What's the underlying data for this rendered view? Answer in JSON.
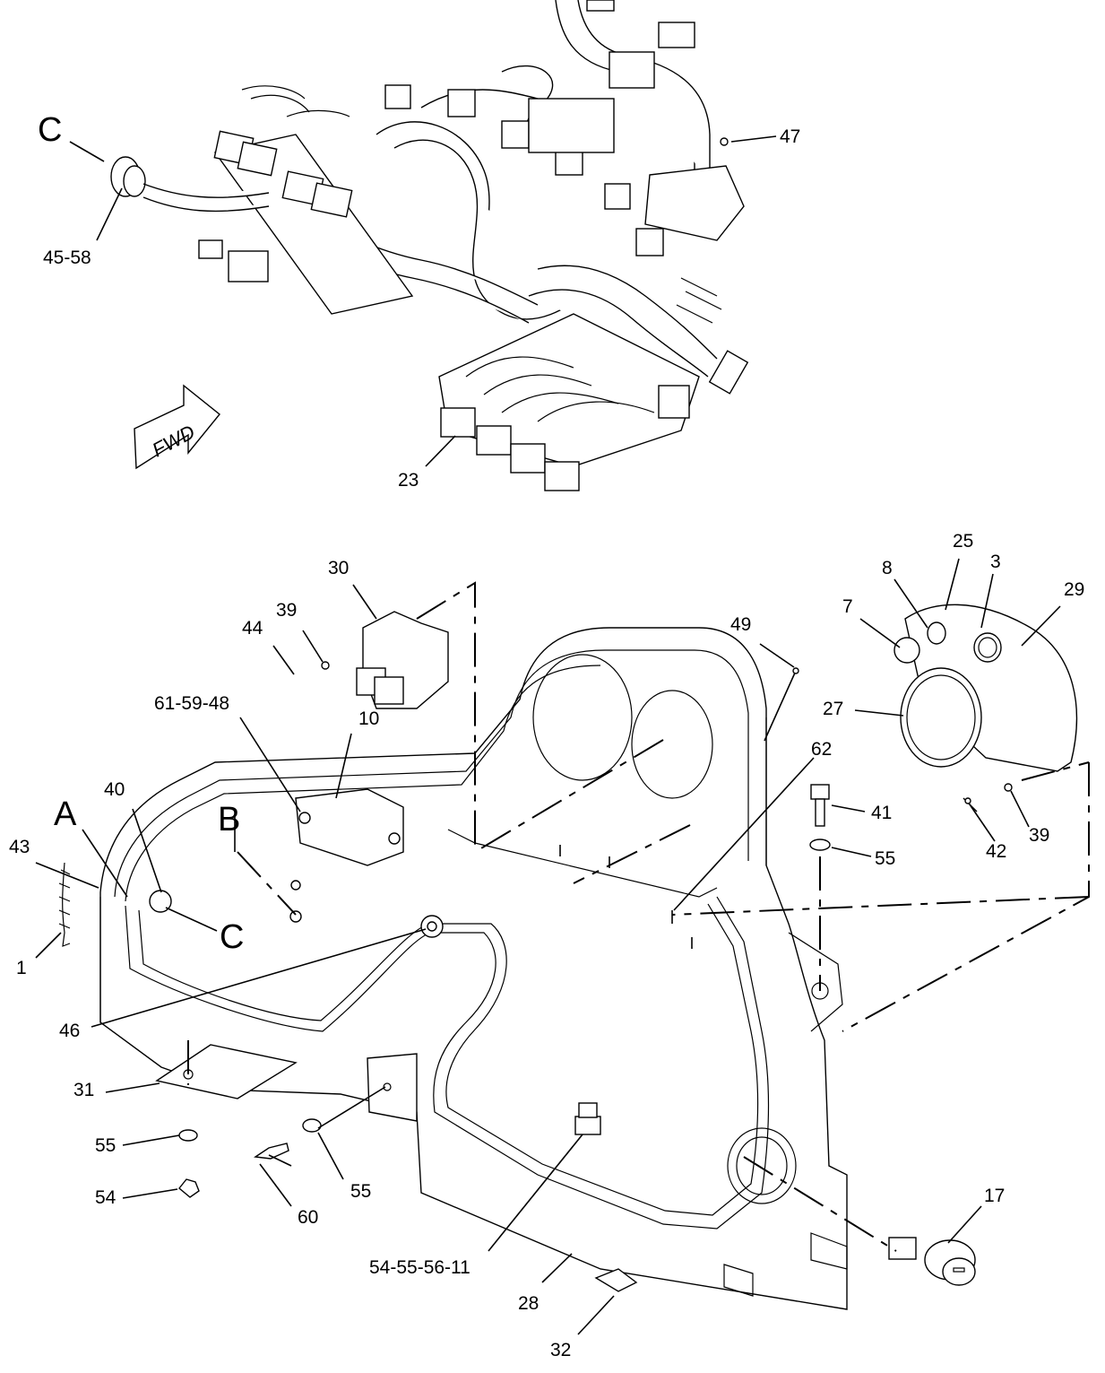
{
  "diagram": {
    "fwd_arrow_label": "FWD",
    "callouts": [
      {
        "id": "c-C-top",
        "text": "C",
        "size": "big"
      },
      {
        "id": "c-45-58",
        "text": "45-58"
      },
      {
        "id": "c-47",
        "text": "47"
      },
      {
        "id": "c-23",
        "text": "23"
      },
      {
        "id": "c-30",
        "text": "30"
      },
      {
        "id": "c-39a",
        "text": "39"
      },
      {
        "id": "c-44",
        "text": "44"
      },
      {
        "id": "c-61-59-48",
        "text": "61-59-48"
      },
      {
        "id": "c-10",
        "text": "10"
      },
      {
        "id": "c-49",
        "text": "49"
      },
      {
        "id": "c-25",
        "text": "25"
      },
      {
        "id": "c-8",
        "text": "8"
      },
      {
        "id": "c-3",
        "text": "3"
      },
      {
        "id": "c-29",
        "text": "29"
      },
      {
        "id": "c-7",
        "text": "7"
      },
      {
        "id": "c-27",
        "text": "27"
      },
      {
        "id": "c-62",
        "text": "62"
      },
      {
        "id": "c-41",
        "text": "41"
      },
      {
        "id": "c-55a",
        "text": "55"
      },
      {
        "id": "c-42",
        "text": "42"
      },
      {
        "id": "c-39b",
        "text": "39"
      },
      {
        "id": "c-A",
        "text": "A",
        "size": "big"
      },
      {
        "id": "c-B",
        "text": "B",
        "size": "big"
      },
      {
        "id": "c-C-mid",
        "text": "C",
        "size": "big"
      },
      {
        "id": "c-40",
        "text": "40"
      },
      {
        "id": "c-43",
        "text": "43"
      },
      {
        "id": "c-1",
        "text": "1"
      },
      {
        "id": "c-46",
        "text": "46"
      },
      {
        "id": "c-31",
        "text": "31"
      },
      {
        "id": "c-55b",
        "text": "55"
      },
      {
        "id": "c-54",
        "text": "54"
      },
      {
        "id": "c-60",
        "text": "60"
      },
      {
        "id": "c-55c",
        "text": "55"
      },
      {
        "id": "c-54-55-56-11",
        "text": "54-55-56-11"
      },
      {
        "id": "c-28",
        "text": "28"
      },
      {
        "id": "c-32",
        "text": "32"
      },
      {
        "id": "c-17",
        "text": "17"
      }
    ]
  }
}
